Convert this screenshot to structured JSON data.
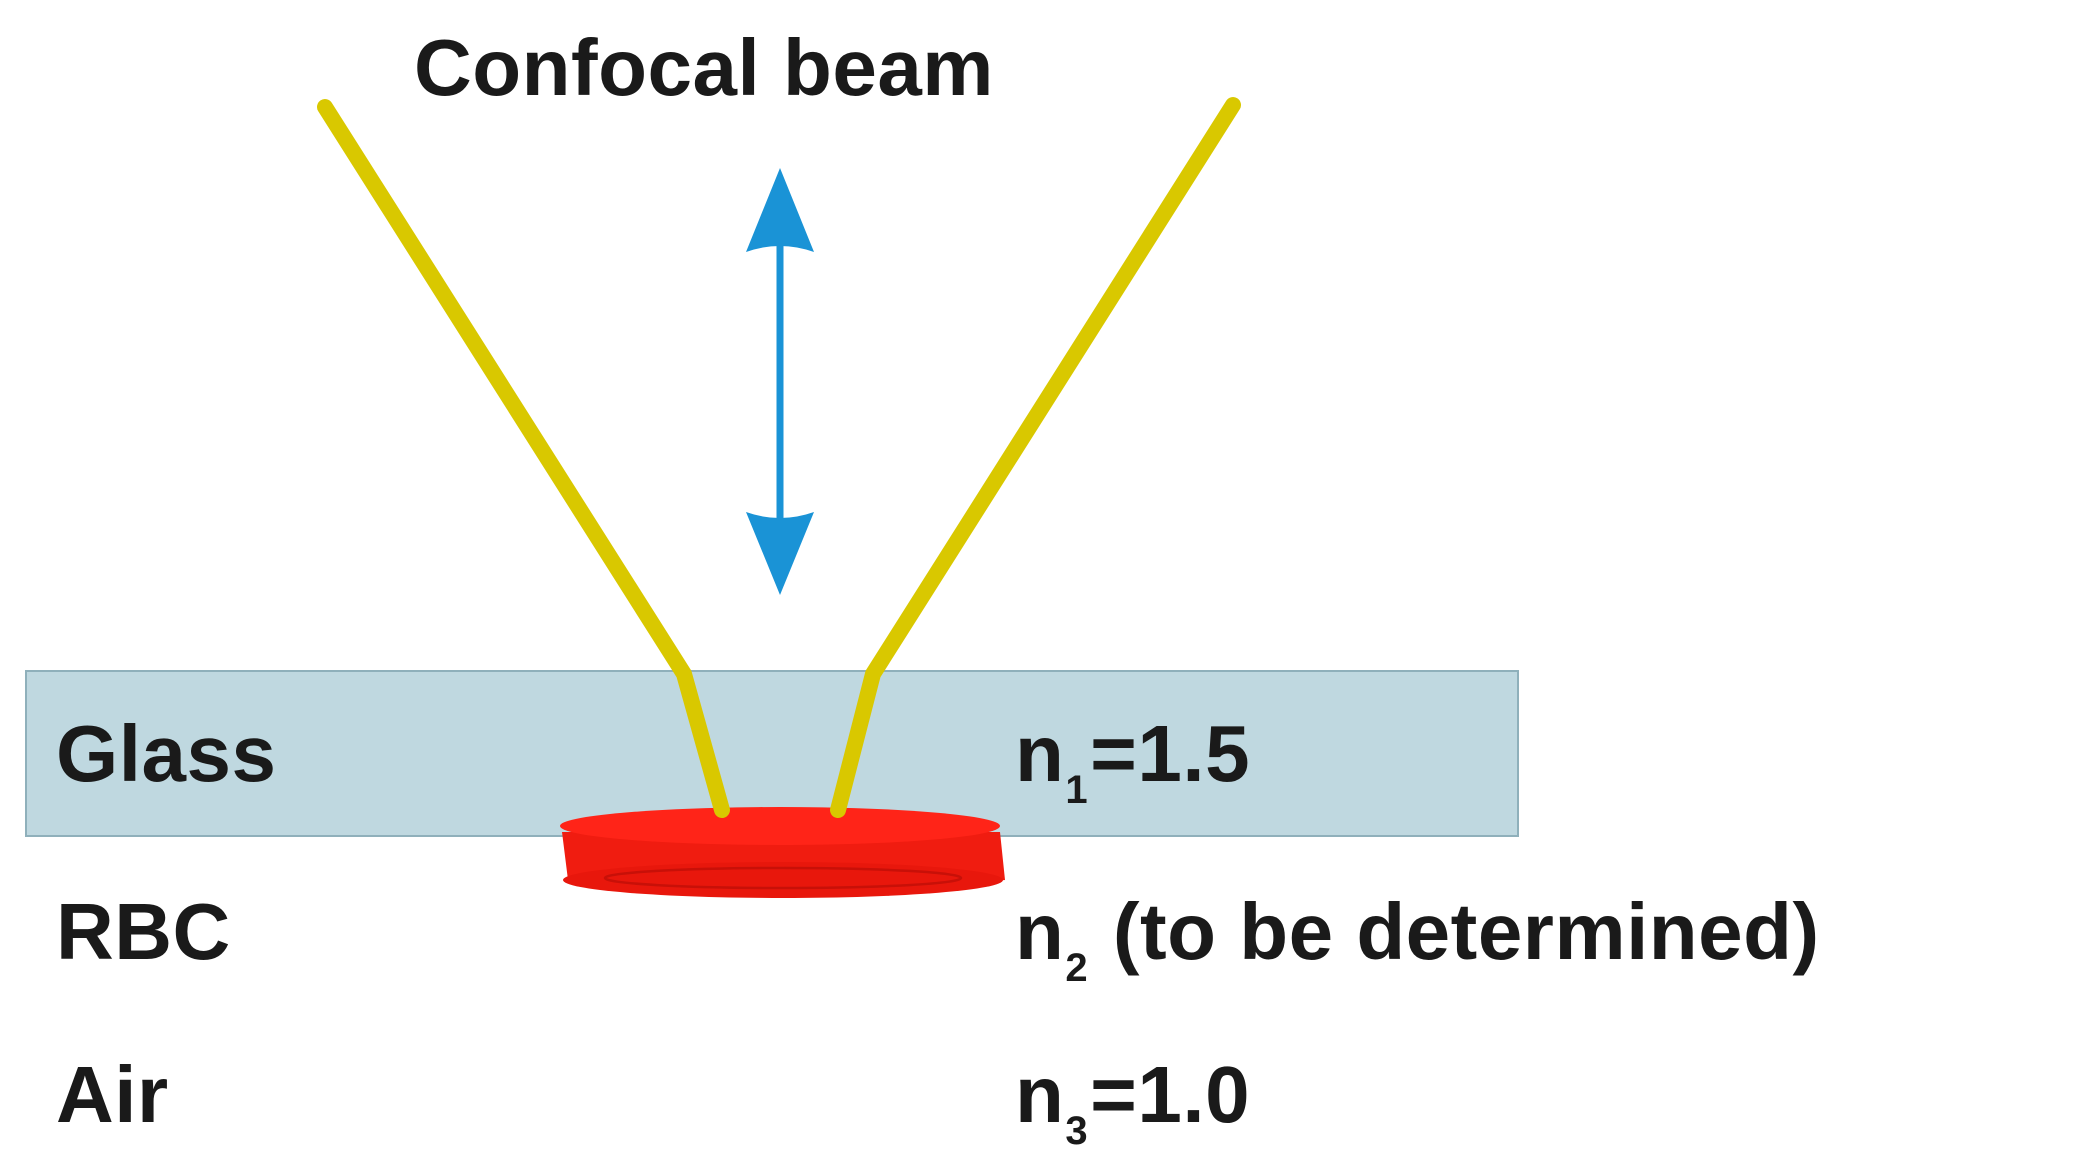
{
  "title": "Confocal beam",
  "layers": {
    "glass": {
      "label": "Glass",
      "index_symbol": "n",
      "index_sub": "1",
      "index_value": "=1.5"
    },
    "rbc": {
      "label": "RBC",
      "index_symbol": "n",
      "index_sub": "2",
      "index_value": " (to be determined)"
    },
    "air": {
      "label": "Air",
      "index_symbol": "n",
      "index_sub": "3",
      "index_value": "=1.0"
    }
  },
  "colors": {
    "glass": "#bfd8e0",
    "beam": "#d9c800",
    "arrow": "#1a93d6",
    "rbc": "#ff2418",
    "text": "#1a1a1a"
  }
}
